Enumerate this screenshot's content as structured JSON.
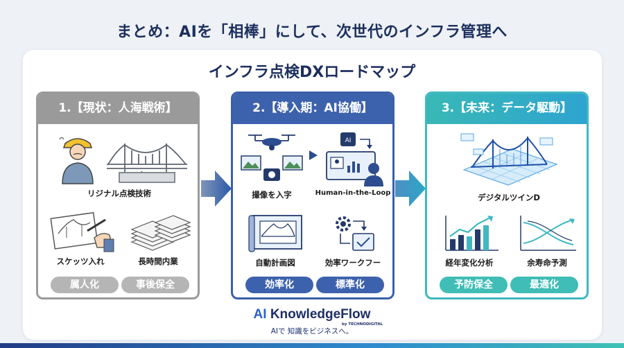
{
  "headline": "まとめ：AIを「相棒」にして、次世代のインフラ管理へ",
  "roadmap_title": "インフラ点検DXロードマップ",
  "stages": [
    {
      "title": "1.【現状：人海戦術】",
      "items": [
        "リジナル点検技術",
        "スケッツ入れ",
        "長時間内業"
      ],
      "pills": [
        "属人化",
        "事後保全"
      ],
      "icons": [
        "worker-icon",
        "bridge-crack-icon",
        "sketch-hand-icon",
        "paper-stack-icon"
      ]
    },
    {
      "title": "2.【導入期：AI協働】",
      "items": [
        "撮像を入字",
        "Human-in-the-Loop",
        "自動計画図",
        "効率ワークフー"
      ],
      "pills": [
        "効率化",
        "標準化"
      ],
      "icons": [
        "drone-camera-icon",
        "ai-human-icon",
        "blueprint-icon",
        "workflow-gear-icon"
      ]
    },
    {
      "title": "3.【未来：データ駆動】",
      "items": [
        "デジタルツインD",
        "経年変化分析",
        "余寿命予測"
      ],
      "pills": [
        "予防保全",
        "最適化"
      ],
      "icons": [
        "digital-twin-icon",
        "bar-growth-icon",
        "crossing-lines-icon"
      ]
    }
  ],
  "brand": {
    "ai": "AI",
    "name": "KnowledgeFlow",
    "by": "by TECHNODIGITAL",
    "tagline": "AIで 知識をビジネスへ。"
  },
  "colors": {
    "stage1": "#9a9a9a",
    "stage2": "#3d62ad",
    "stage3": "#3fb8c2",
    "title": "#1c2f5e"
  }
}
